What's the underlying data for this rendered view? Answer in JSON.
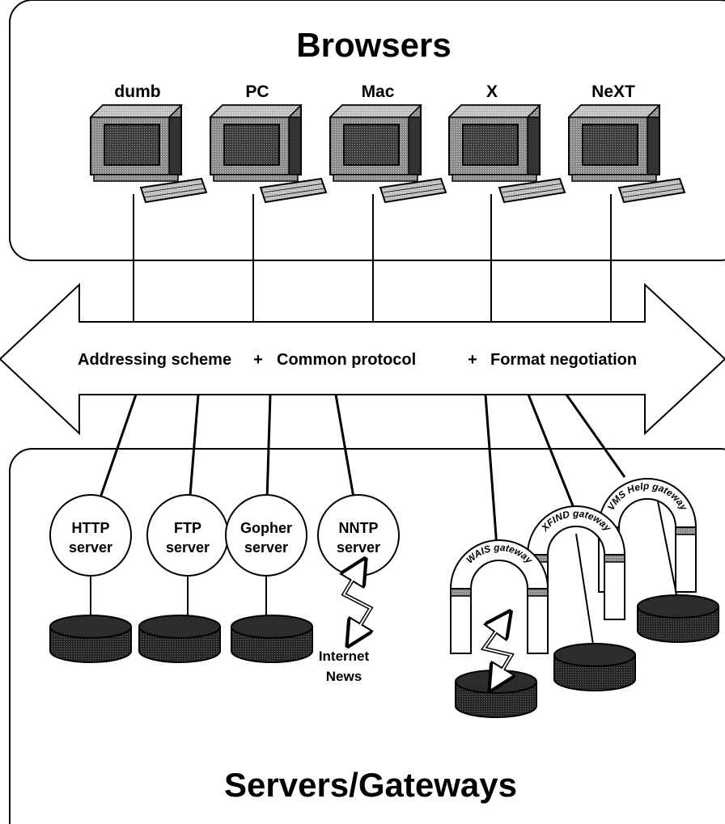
{
  "top_section": {
    "title": "Browsers",
    "browsers": [
      {
        "label": "dumb"
      },
      {
        "label": "PC"
      },
      {
        "label": "Mac"
      },
      {
        "label": "X"
      },
      {
        "label": "NeXT"
      }
    ]
  },
  "band": {
    "addressing": "Addressing scheme",
    "plus1": "+",
    "protocol": "Common protocol",
    "plus2": "+",
    "negotiation": "Format negotiation"
  },
  "servers": [
    {
      "line1": "HTTP",
      "line2": "server"
    },
    {
      "line1": "FTP",
      "line2": "server"
    },
    {
      "line1": "Gopher",
      "line2": "server"
    },
    {
      "line1": "NNTP",
      "line2": "server"
    }
  ],
  "internet_news": {
    "line1": "Internet",
    "line2": "News"
  },
  "gateways": [
    {
      "label": "WAIS gateway"
    },
    {
      "label": "XFIND gateway"
    },
    {
      "label": "VMS Help gateway"
    }
  ],
  "bottom_section": {
    "title": "Servers/Gateways"
  }
}
